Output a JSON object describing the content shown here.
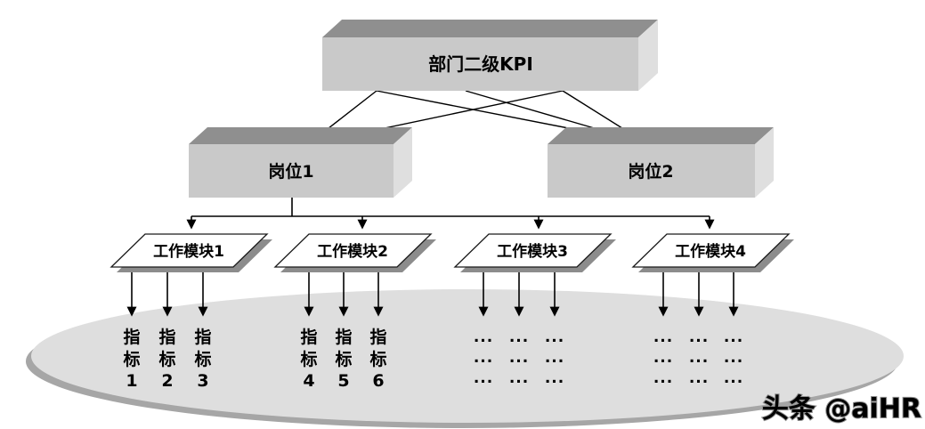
{
  "diagram": {
    "title_box": {
      "label": "部门二级KPI"
    },
    "position_boxes": [
      {
        "label": "岗位1"
      },
      {
        "label": "岗位2"
      }
    ],
    "module_shapes": [
      {
        "label": "工作模块1"
      },
      {
        "label": "工作模块2"
      },
      {
        "label": "工作模块3"
      },
      {
        "label": "工作模块4"
      }
    ],
    "indicator_groups": [
      {
        "columns": [
          {
            "chars": [
              "指",
              "标",
              "1"
            ]
          },
          {
            "chars": [
              "指",
              "标",
              "2"
            ]
          },
          {
            "chars": [
              "指",
              "标",
              "3"
            ]
          }
        ]
      },
      {
        "columns": [
          {
            "chars": [
              "指",
              "标",
              "4"
            ]
          },
          {
            "chars": [
              "指",
              "标",
              "5"
            ]
          },
          {
            "chars": [
              "指",
              "标",
              "6"
            ]
          }
        ]
      },
      {
        "columns": [
          {
            "chars": [
              "...",
              "...",
              "..."
            ]
          },
          {
            "chars": [
              "...",
              "...",
              "..."
            ]
          },
          {
            "chars": [
              "...",
              "...",
              "..."
            ]
          }
        ]
      },
      {
        "columns": [
          {
            "chars": [
              "...",
              "...",
              "..."
            ]
          },
          {
            "chars": [
              "...",
              "...",
              "..."
            ]
          },
          {
            "chars": [
              "...",
              "...",
              "..."
            ]
          }
        ]
      }
    ],
    "watermark": "头条 @aiHR",
    "colors": {
      "box_top": "#8f8f8f",
      "box_front": "#c9c9c9",
      "box_side": "#dfdfdf",
      "module_fill": "#ffffff",
      "module_shadow": "#8c8c8c",
      "ellipse_fill": "#dedede",
      "ellipse_shadow": "#a6a6a6",
      "line": "#000000",
      "watermark_fill": "#ffffff",
      "watermark_stroke": "#8f8f8f"
    }
  }
}
